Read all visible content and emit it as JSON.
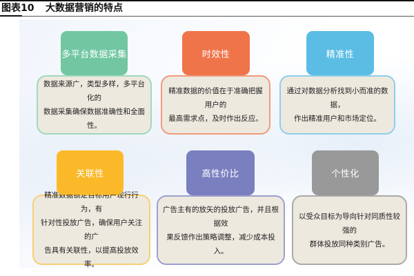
{
  "header": {
    "figure_number": "图表10",
    "title": "大数据营销的特点"
  },
  "cards": [
    {
      "title": "多平台数据采集",
      "color": "#72c7a2",
      "border": "#9fd9bd",
      "lines": [
        "数据来源广，类型多样，多平台化的",
        "数据采集确保数据准确性和全面性。"
      ]
    },
    {
      "title": "时效性",
      "color": "#f0744a",
      "border": "#f19a7c",
      "lines": [
        "精准数据的价值在于准确把握用户的",
        "最高需求点，及时作出反应。"
      ]
    },
    {
      "title": "精准性",
      "color": "#5bbde4",
      "border": "#8ccfea",
      "lines": [
        "通过对数据分析找到小而准的数据，",
        "作出精准用户和市场定位。"
      ]
    },
    {
      "title": "关联性",
      "color": "#fbb92a",
      "border": "#f8cf72",
      "lines": [
        "精准数据锁定目标用户现行行为，有",
        "针对性投放广告，确保用户关注的广",
        "告具有关联性，以提高投放效率。"
      ]
    },
    {
      "title": "高性价比",
      "color": "#7a7fc0",
      "border": "#9da0cf",
      "lines": [
        "广告主有的放矢的投放广告，并且根据效",
        "果反馈作出策略调整，减少成本投入。"
      ]
    },
    {
      "title": "个性化",
      "color": "#999999",
      "border": "#a9a9a9",
      "lines": [
        "以受众目标为导向针对同质性较强的",
        "群体投放同种类别广告。"
      ]
    }
  ]
}
